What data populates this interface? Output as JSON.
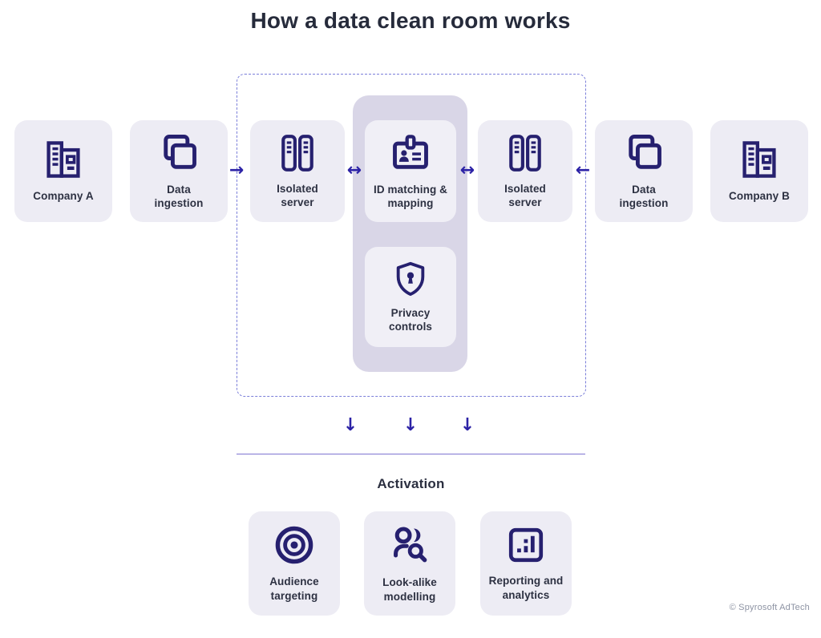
{
  "title": "How a data clean room works",
  "colors": {
    "icon": "#26206f",
    "arrow": "#2c22a6",
    "box_bg": "#edecf4",
    "inner_box_bg": "#f0eff6",
    "band_bg": "#d9d6e7",
    "dashed_border": "#7b7fd9",
    "divider": "#7f75d2",
    "heading_text": "#262b3b",
    "label_text": "#2d3142",
    "copyright_text": "#8d93a3"
  },
  "flow": {
    "left_boxes": [
      {
        "label": "Company A",
        "icon": "building-icon"
      },
      {
        "label": "Data ingestion",
        "icon": "copy-icon"
      }
    ],
    "clean_room": {
      "boxes": [
        {
          "label": "Isolated server",
          "icon": "server-icon"
        },
        {
          "label": "ID matching & mapping",
          "icon": "id-card-icon"
        },
        {
          "label": "Isolated server",
          "icon": "server-icon"
        }
      ],
      "privacy_box": {
        "label": "Privacy controls",
        "icon": "shield-keyhole-icon"
      }
    },
    "right_boxes": [
      {
        "label": "Data ingestion",
        "icon": "copy-icon"
      },
      {
        "label": "Company B",
        "icon": "building-icon"
      }
    ],
    "arrows": {
      "into_left": "→",
      "left_bidirectional": "↔",
      "right_bidirectional": "↔",
      "into_right": "←",
      "down": "↓"
    }
  },
  "activation": {
    "heading": "Activation",
    "items": [
      {
        "label": "Audience targeting",
        "icon": "target-icon"
      },
      {
        "label": "Look-alike modelling",
        "icon": "user-search-icon"
      },
      {
        "label": "Reporting and analytics",
        "icon": "bar-chart-icon"
      }
    ]
  },
  "footer": {
    "copyright": "© Spyrosoft AdTech"
  }
}
